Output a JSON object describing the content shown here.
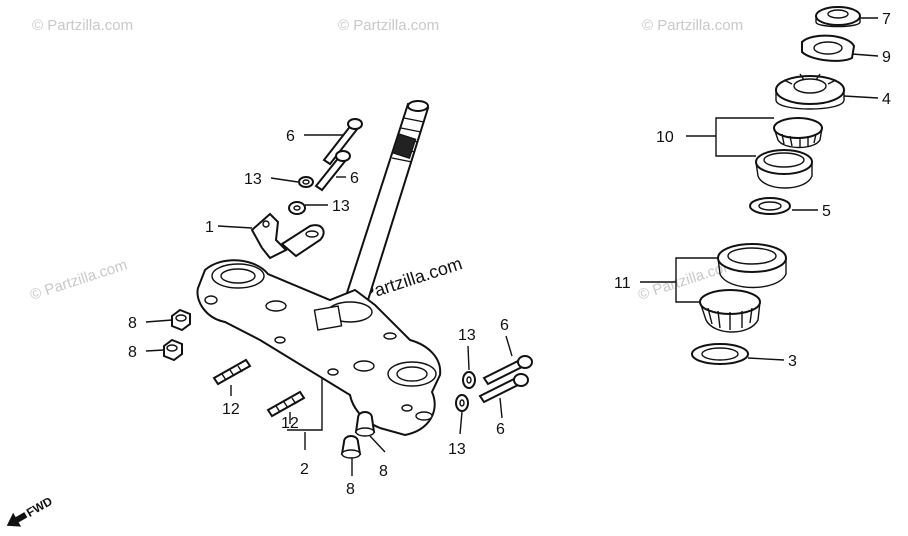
{
  "watermark": {
    "brand": "© Partzilla.com",
    "center": "© Partzilla.com"
  },
  "direction_label": "FWD",
  "callouts": {
    "p1": "1",
    "p2": "2",
    "p3": "3",
    "p4": "4",
    "p5": "5",
    "p6a": "6",
    "p6b": "6",
    "p6c": "6",
    "p6d": "6",
    "p7": "7",
    "p8a": "8",
    "p8b": "8",
    "p8c": "8",
    "p8d": "8",
    "p9": "9",
    "p10": "10",
    "p11": "11",
    "p12a": "12",
    "p12b": "12",
    "p13a": "13",
    "p13b": "13",
    "p13c": "13",
    "p13d": "13"
  }
}
